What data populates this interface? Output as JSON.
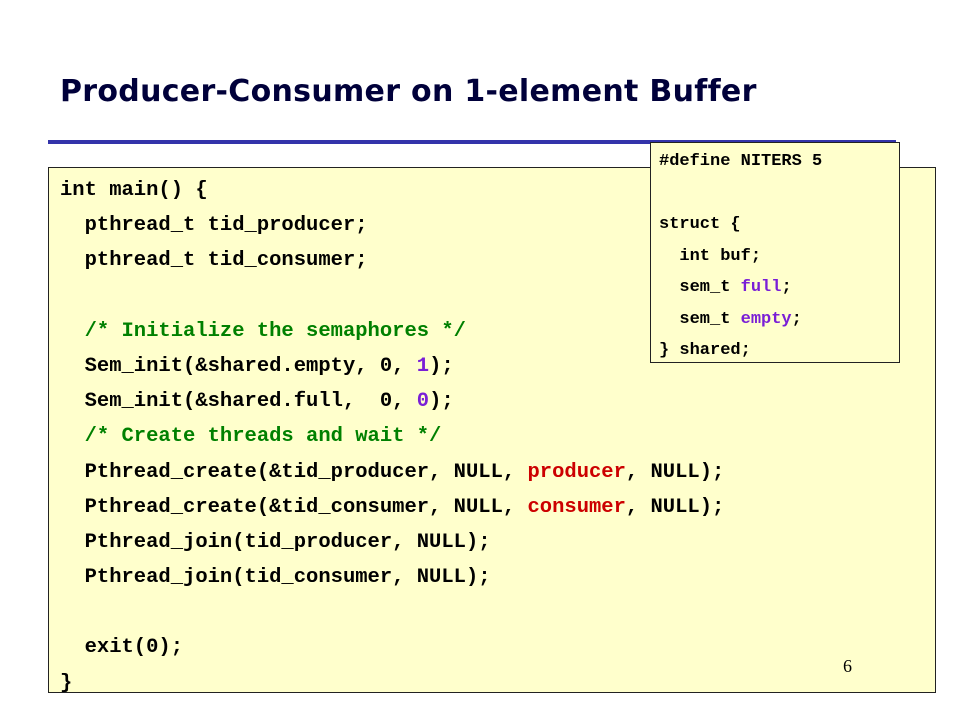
{
  "slide": {
    "title": "Producer-Consumer on 1-element Buffer",
    "page_number": "6"
  },
  "colors": {
    "title": "#00003a",
    "rule": "#3333aa",
    "box_background": "#ffffcc",
    "comment": "#008000",
    "number": "#7a1fd6",
    "function_name": "#cc0000",
    "member_name": "#7a1fd6"
  },
  "main_code": {
    "lines": [
      [
        {
          "text": "int main() {",
          "kind": "plain"
        }
      ],
      [
        {
          "text": "  pthread_t tid_producer;",
          "kind": "plain"
        }
      ],
      [
        {
          "text": "  pthread_t tid_consumer;",
          "kind": "plain"
        }
      ],
      [],
      [
        {
          "text": "  /* Initialize the semaphores */",
          "kind": "comment"
        }
      ],
      [
        {
          "text": "  Sem_init(&shared.empty, 0, ",
          "kind": "plain"
        },
        {
          "text": "1",
          "kind": "number"
        },
        {
          "text": ");",
          "kind": "plain"
        }
      ],
      [
        {
          "text": "  Sem_init(&shared.full,  0, ",
          "kind": "plain"
        },
        {
          "text": "0",
          "kind": "number"
        },
        {
          "text": ");",
          "kind": "plain"
        }
      ],
      [
        {
          "text": "  /* Create threads and wait */",
          "kind": "comment"
        }
      ],
      [
        {
          "text": "  Pthread_create(&tid_producer, NULL, ",
          "kind": "plain"
        },
        {
          "text": "producer",
          "kind": "func"
        },
        {
          "text": ", NULL);",
          "kind": "plain"
        }
      ],
      [
        {
          "text": "  Pthread_create(&tid_consumer, NULL, ",
          "kind": "plain"
        },
        {
          "text": "consumer",
          "kind": "func"
        },
        {
          "text": ", NULL);",
          "kind": "plain"
        }
      ],
      [
        {
          "text": "  Pthread_join(tid_producer, NULL);",
          "kind": "plain"
        }
      ],
      [
        {
          "text": "  Pthread_join(tid_consumer, NULL);",
          "kind": "plain"
        }
      ],
      [],
      [
        {
          "text": "  exit(0);",
          "kind": "plain"
        }
      ],
      [
        {
          "text": "}",
          "kind": "plain"
        }
      ]
    ]
  },
  "inset_code": {
    "lines": [
      [
        {
          "text": "#define NITERS 5",
          "kind": "plain"
        }
      ],
      [],
      [
        {
          "text": "struct {",
          "kind": "plain"
        }
      ],
      [
        {
          "text": "  int buf;",
          "kind": "plain"
        }
      ],
      [
        {
          "text": "  sem_t ",
          "kind": "plain"
        },
        {
          "text": "full",
          "kind": "member"
        },
        {
          "text": ";",
          "kind": "plain"
        }
      ],
      [
        {
          "text": "  sem_t ",
          "kind": "plain"
        },
        {
          "text": "empty",
          "kind": "member"
        },
        {
          "text": ";",
          "kind": "plain"
        }
      ],
      [
        {
          "text": "} shared;",
          "kind": "plain"
        }
      ]
    ]
  }
}
